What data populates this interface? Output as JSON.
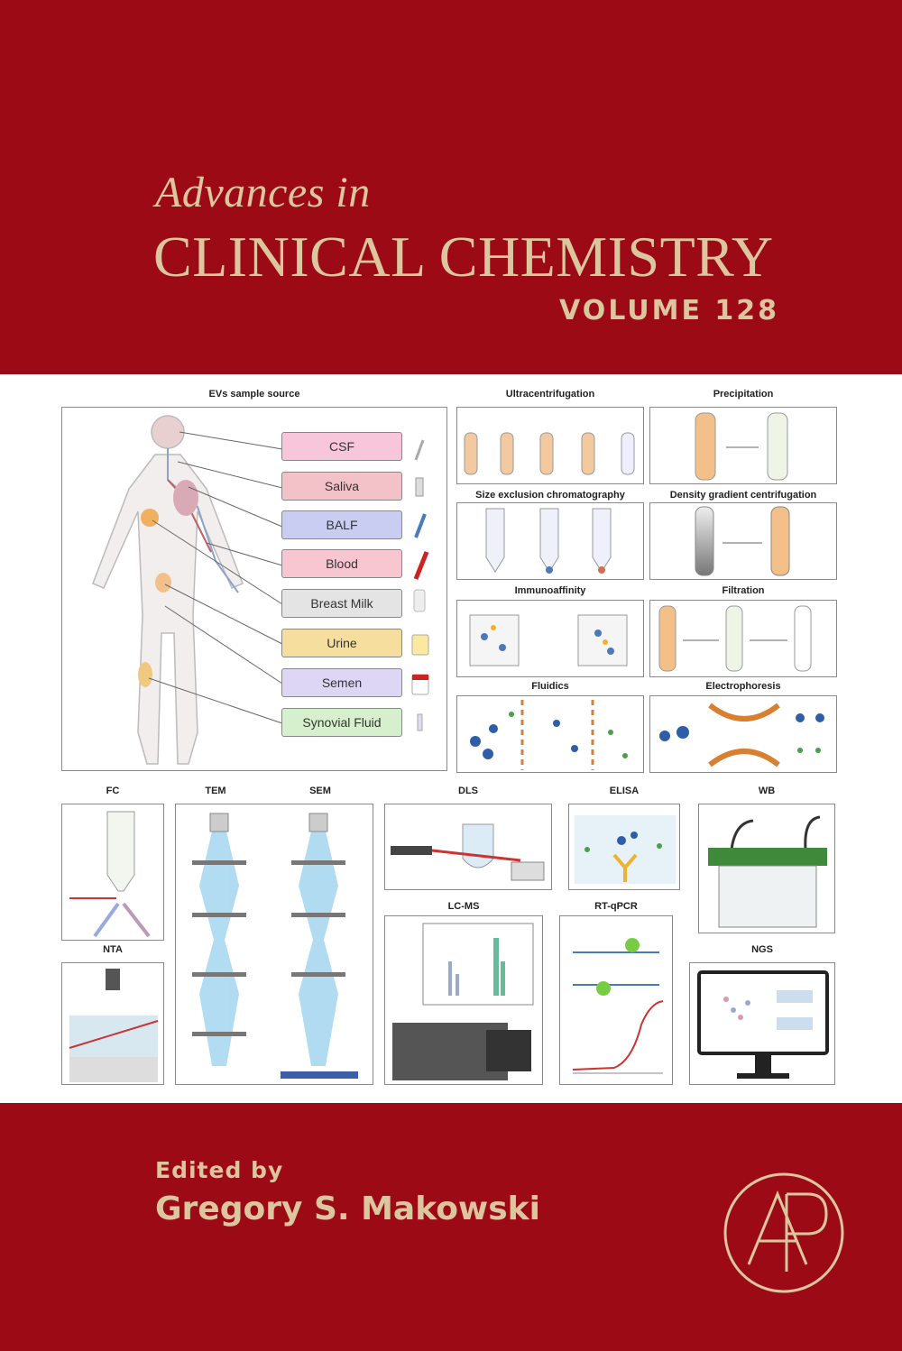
{
  "cover": {
    "series_line1": "Advances in",
    "series_line2": "CLINICAL CHEMISTRY",
    "volume": "VOLUME 128",
    "edited_by": "Edited by",
    "editor": "Gregory S. Makowski"
  },
  "illustration": {
    "source_title": "EVs sample source",
    "sources": [
      {
        "label": "CSF",
        "color": "#f7c6da"
      },
      {
        "label": "Saliva",
        "color": "#f2c2c8"
      },
      {
        "label": "BALF",
        "color": "#c9cdf2"
      },
      {
        "label": "Blood",
        "color": "#f7c6d0"
      },
      {
        "label": "Breast Milk",
        "color": "#e4e4e4"
      },
      {
        "label": "Urine",
        "color": "#f6df9e"
      },
      {
        "label": "Semen",
        "color": "#ddd6f4"
      },
      {
        "label": "Synovial Fluid",
        "color": "#d6efcc"
      }
    ],
    "methods": {
      "ultracentrifugation": "Ultracentrifugation",
      "precipitation": "Precipitation",
      "sec": "Size exclusion chromatography",
      "density": "Density gradient centrifugation",
      "immuno": "Immunoaffinity",
      "filtration": "Filtration",
      "fluidics": "Fluidics",
      "electro": "Electrophoresis"
    },
    "analysis": {
      "fc": "FC",
      "tem": "TEM",
      "sem": "SEM",
      "dls": "DLS",
      "elisa": "ELISA",
      "wb": "WB",
      "nta": "NTA",
      "lcms": "LC-MS",
      "rtqpcr": "RT-qPCR",
      "ngs": "NGS"
    }
  },
  "colors": {
    "brand_red": "#9c0b15",
    "gold": "#dcc6a0"
  }
}
